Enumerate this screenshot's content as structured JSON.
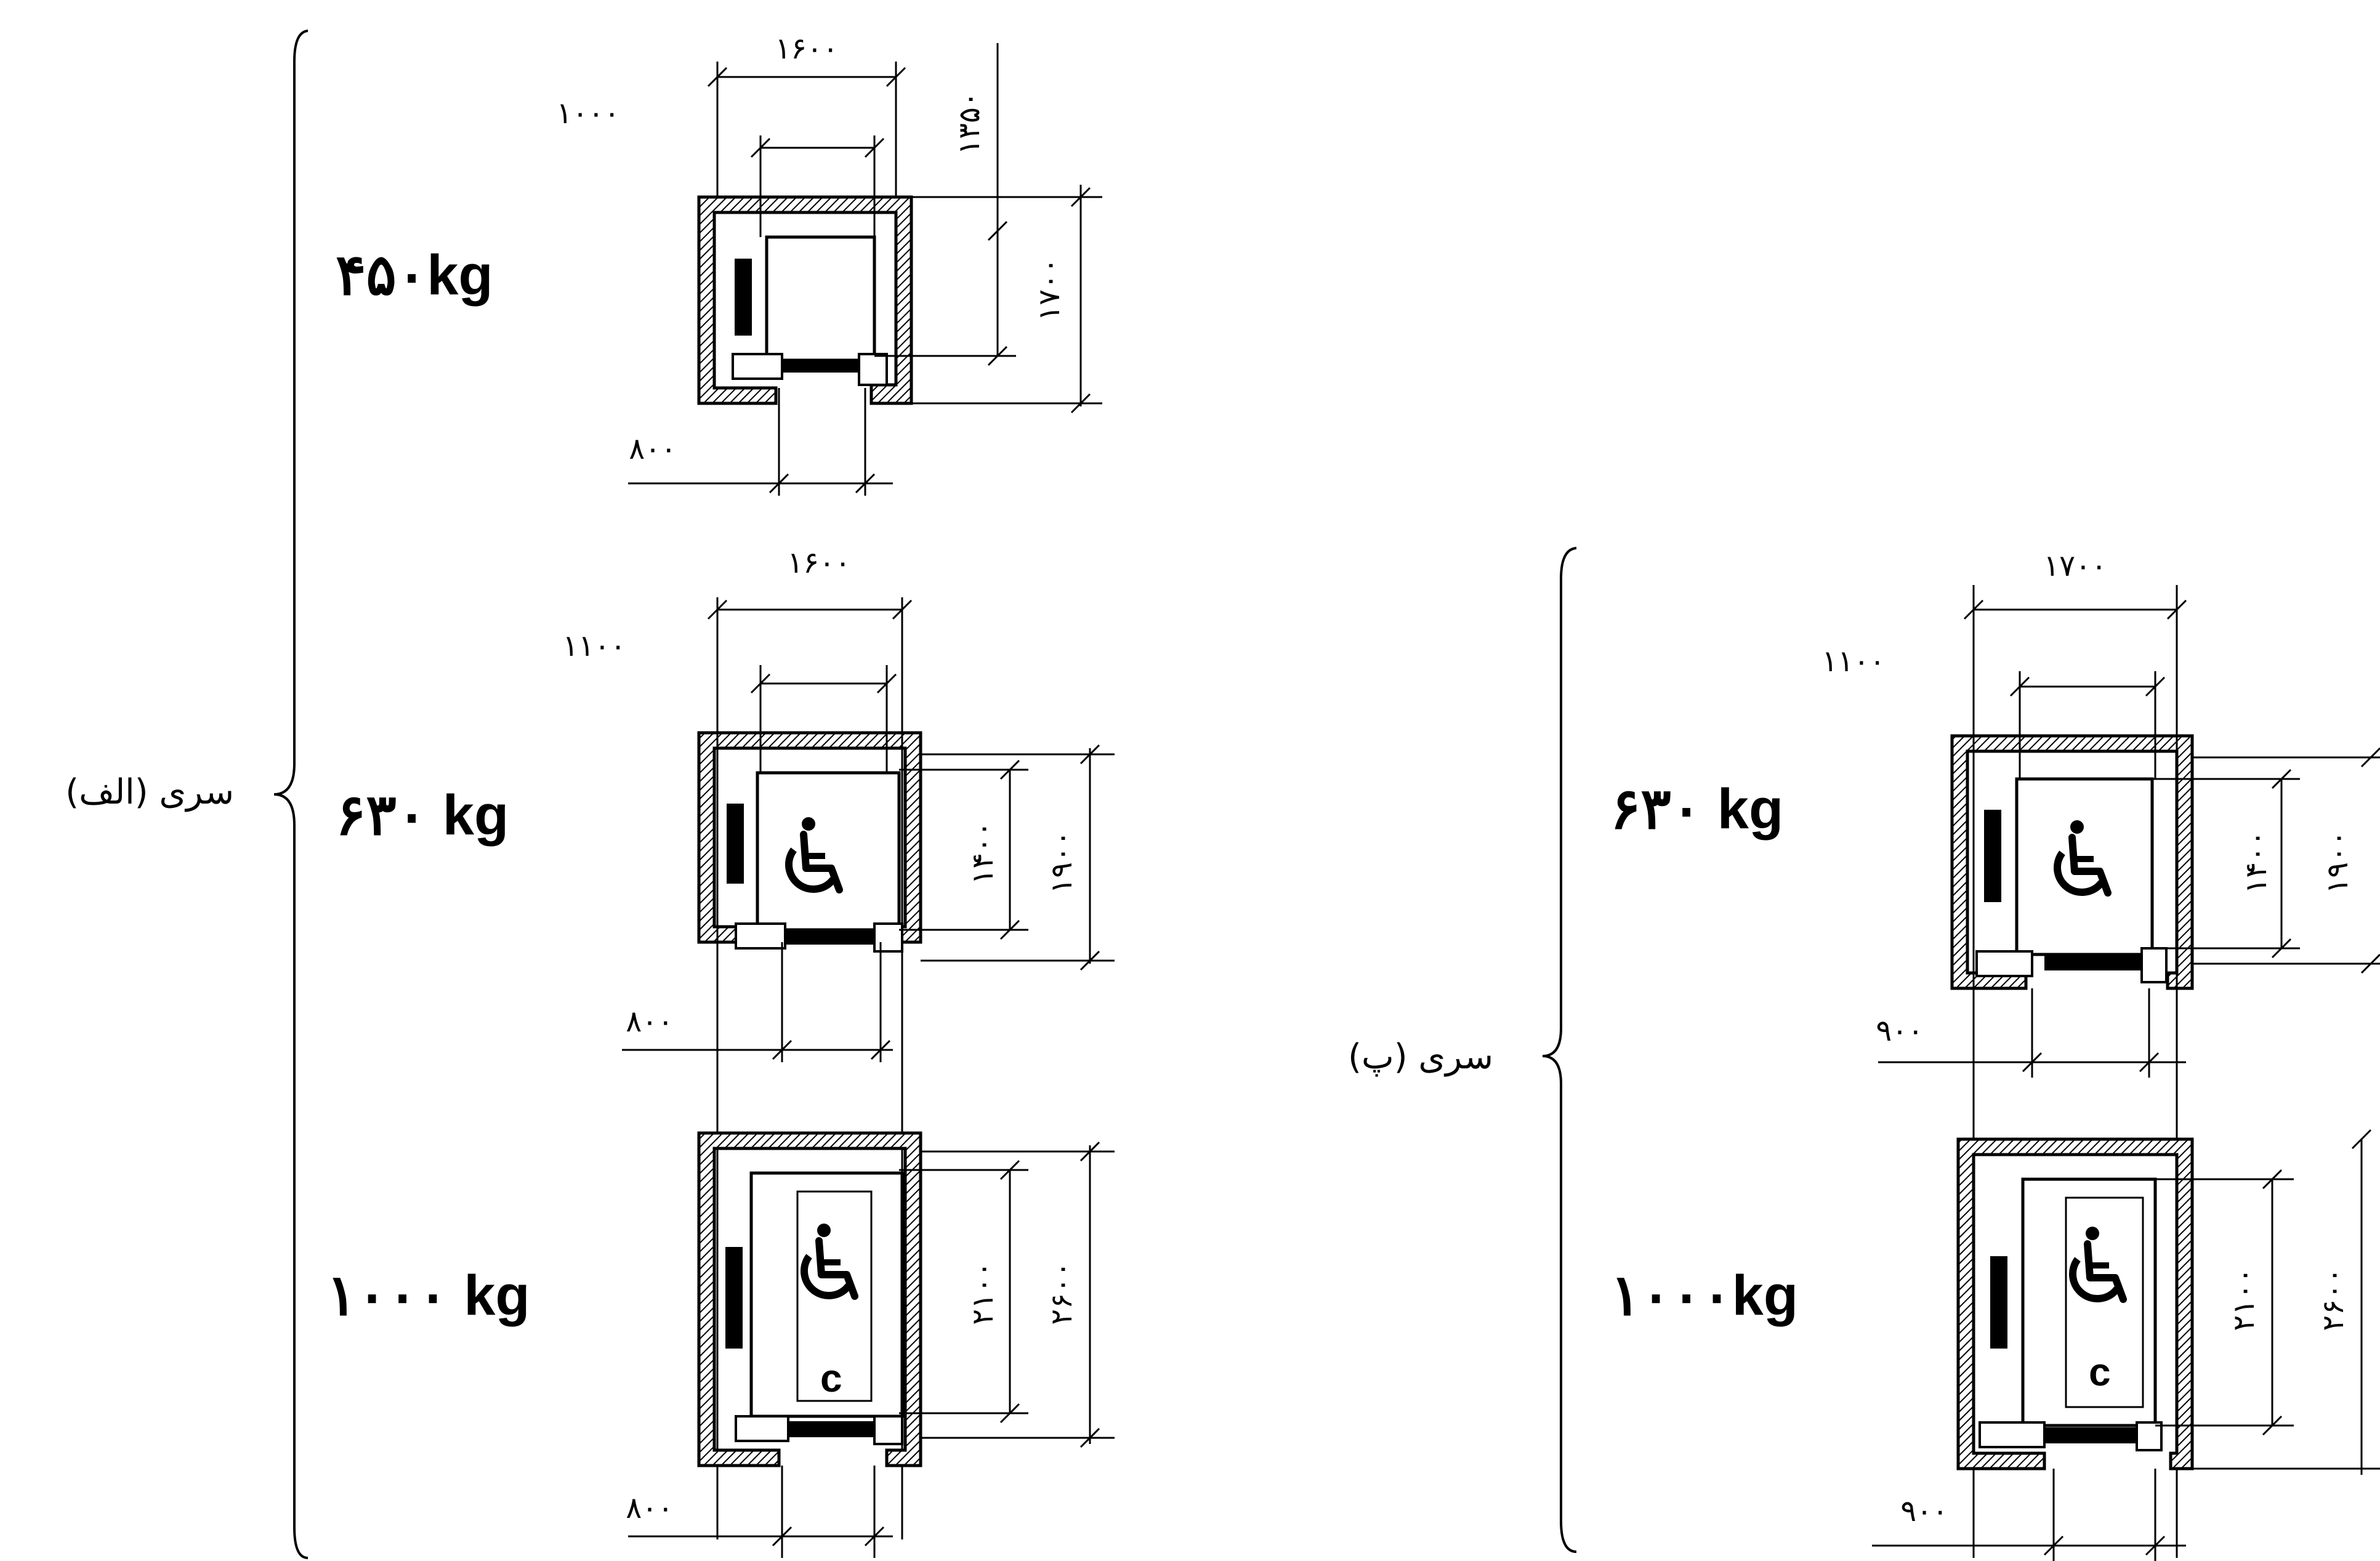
{
  "series_labels": {
    "a": "سری (الف)",
    "b": "سری (پ)"
  },
  "loads": {
    "a1": "۴۵۰kg",
    "a2": "۶۳۰ kg",
    "a3": "۱۰۰۰ kg",
    "b2": "۶۳۰ kg",
    "b3": "۱۰۰۰kg"
  },
  "dims": {
    "a1": {
      "outer_w": "۱۶۰۰",
      "inner_w": "۱۰۰۰",
      "top_h": "۱۳۵۰",
      "car_h": "۱۷۰۰",
      "door": "۸۰۰"
    },
    "a2": {
      "outer_w": "۱۶۰۰",
      "inner_w": "۱۱۰۰",
      "car_h": "۱۴۰۰",
      "shaft_h": "۱۹۰۰",
      "door": "۸۰۰"
    },
    "a3": {
      "car_h": "۲۱۰۰",
      "shaft_h": "۲۶۰۰",
      "door": "۸۰۰"
    },
    "b2": {
      "outer_w": "۱۷۰۰",
      "inner_w": "۱۱۰۰",
      "car_h": "۱۴۰۰",
      "shaft_h": "۱۹۰۰",
      "door": "۹۰۰"
    },
    "b3": {
      "car_h": "۲۱۰۰",
      "shaft_h": "۲۶۰۰",
      "door": "۹۰۰"
    }
  },
  "car_marks": {
    "a3": "c",
    "b3": "c"
  },
  "icons": [
    "wheelchair-icon",
    "left-brace-icon"
  ]
}
